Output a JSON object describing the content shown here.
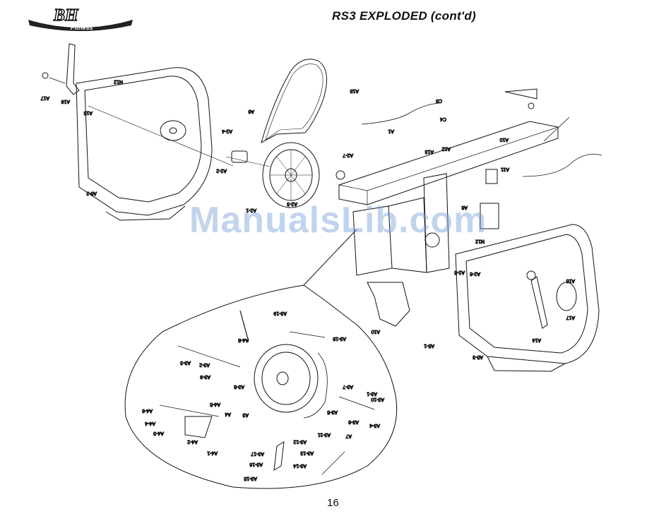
{
  "header": {
    "brand_letters": "BH",
    "brand_tagline": "Fitness",
    "title": "RS3  EXPLODED (cont'd)"
  },
  "watermark": "ManualsLib.com",
  "page_number": "16",
  "part_labels": {
    "A1": "A1",
    "A2_1": "A2-1",
    "A2_2": "A2-2",
    "A2_3": "A2-3",
    "A2_4": "A2-4",
    "A2_5": "A2-5",
    "A2_6": "A2-6",
    "A2_7": "A2-7",
    "A3": "A3",
    "A3_1": "A3-1",
    "A3_2": "A3-2",
    "A3_3": "A3-3",
    "A3_4": "A3-4",
    "A3_5": "A3-5",
    "A3_6": "A3-6",
    "A3_7": "A3-7",
    "A3_8": "A3-8",
    "A3_9": "A3-9",
    "A3_10": "A3-10",
    "A3_11": "A3-11",
    "A3_12": "A3-12",
    "A3_13": "A3-13",
    "A3_14": "A3-14",
    "A3_15": "A3-15",
    "A3_16": "A3-16",
    "A3_17": "A3-17",
    "A3_18": "A3-18",
    "A3_19": "A3-19",
    "A4": "A4",
    "A4_1": "A4-1",
    "A4_2": "A4-2",
    "A4_3": "A4-3",
    "A4_4": "A4-4",
    "A4_5": "A4-5",
    "A4_6": "A4-6",
    "A4_8": "A4-8",
    "A5_1": "A5-1",
    "A5_2": "A5-2",
    "A5_3": "A5-3",
    "A6": "A6",
    "A7": "A7",
    "A8": "A8",
    "A10": "A10",
    "A11": "A11",
    "A12": "A12",
    "A13": "A13",
    "A14": "A14",
    "A15": "A15",
    "A16": "A16",
    "A17": "A17",
    "A18": "A18",
    "C4": "C4",
    "C5": "C5",
    "N12": "N12"
  },
  "colors": {
    "line": "#111111",
    "watermark": "#7aa0d7"
  }
}
